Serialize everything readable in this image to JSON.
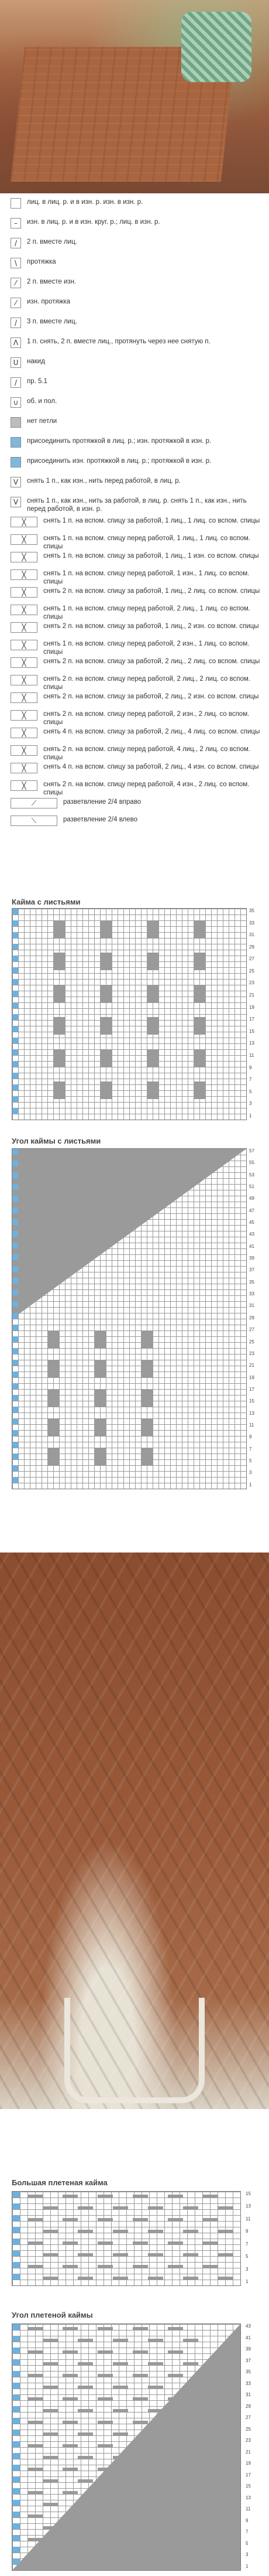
{
  "legend": {
    "items": [
      {
        "sym": "",
        "text": "лиц. в лиц. р. и в изн. р.\nизн. в изн. р.",
        "kind": "plain"
      },
      {
        "sym": "–",
        "text": "изн. в лиц. р. и в изн. круг. р.; \nлиц. в изн. р.",
        "kind": "plain"
      },
      {
        "sym": "/",
        "text": "2 п. вместе лиц.",
        "kind": "plain"
      },
      {
        "sym": "\\",
        "text": "протяжка",
        "kind": "plain"
      },
      {
        "sym": "⁄",
        "text": "2 п. вместе изн.",
        "kind": "plain"
      },
      {
        "sym": "⁄",
        "text": "изн. протяжка",
        "kind": "plain"
      },
      {
        "sym": "/",
        "text": "3 п. вместе лиц.",
        "kind": "plain"
      },
      {
        "sym": "Λ",
        "text": "1 п. снять, 2 п. вместе лиц., протянуть через нее снятую п.",
        "kind": "plain"
      },
      {
        "sym": "U",
        "text": "накид",
        "kind": "plain"
      },
      {
        "sym": "/",
        "text": "пр. 5.1",
        "kind": "plain"
      },
      {
        "sym": "∪",
        "text": "об. и пол.",
        "kind": "plain"
      },
      {
        "sym": "",
        "text": "нет петли",
        "kind": "gray"
      },
      {
        "sym": "",
        "text": "присоединить протяжкой в лиц. р.; \nизн. протяжкой в изн. р.",
        "kind": "blue"
      },
      {
        "sym": "",
        "text": "присоединить изн. протяжкой в лиц. р.; \nпротяжкой в изн. р.",
        "kind": "blue"
      },
      {
        "sym": "V",
        "text": "снять 1 п., как изн., нить перед работой, в лиц. р.",
        "kind": "plain"
      },
      {
        "sym": "V",
        "text": "снять 1 п., как изн., нить за работой, в лиц. р.\nснять 1 п., как изн., нить перед работой, в изн. р.",
        "kind": "plain"
      },
      {
        "sym": "╳",
        "text": "снять 1 п. на вспом. спицу за работой, 1 лиц., 1 лиц. со вспом. спицы",
        "kind": "wide"
      },
      {
        "sym": "╳",
        "text": "снять 1 п. на вспом. спицу перед работой, 1 лиц., 1 лиц. со вспом. спицы",
        "kind": "wide"
      },
      {
        "sym": "╳",
        "text": "снять 1 п. на вспом. спицу за работой, 1 лиц., 1 изн. со вспом. спицы",
        "kind": "wide"
      },
      {
        "sym": "╳",
        "text": "снять 1 п. на вспом. спицу перед работой, 1 изн., 1 лиц. со вспом. спицы",
        "kind": "wide"
      },
      {
        "sym": "╳",
        "text": "снять 2 п. на вспом. спицу за работой, 1 лиц., 2 лиц. со вспом. спицы",
        "kind": "wide"
      },
      {
        "sym": "╳",
        "text": "снять 1 п. на вспом. спицу перед работой, 2 лиц., 1 лиц. со вспом. спицы",
        "kind": "wide"
      },
      {
        "sym": "╳",
        "text": "снять 2 п. на вспом. спицу за работой, 1 лиц., 2 изн. со вспом. спицы",
        "kind": "wide"
      },
      {
        "sym": "╳",
        "text": "снять 1 п. на вспом. спицу перед работой, 2 изн., 1 лиц. со вспом. спицы",
        "kind": "wide"
      },
      {
        "sym": "╳",
        "text": "снять 2 п. на вспом. спицу за работой, 2 лиц., 2 лиц. со вспом. спицы",
        "kind": "wide"
      },
      {
        "sym": "╳",
        "text": "снять 2 п. на вспом. спицу перед работой, 2 лиц., 2 лиц. со вспом. спицы",
        "kind": "wide"
      },
      {
        "sym": "╳",
        "text": "снять 2 п. на вспом. спицу за работой, 2 лиц., 2 изн. со вспом. спицы",
        "kind": "wide"
      },
      {
        "sym": "╳",
        "text": "снять 2 п. на вспом. спицу перед работой, 2 изн., 2 лиц. со вспом. спицы",
        "kind": "wide"
      },
      {
        "sym": "╳",
        "text": "снять 4 п. на вспом. спицу за работой, 2 лиц., 4 лиц. со вспом. спицы",
        "kind": "wide"
      },
      {
        "sym": "╳",
        "text": "снять 2 п. на вспом. спицу перед работой, 4 лиц., 2 лиц. со вспом. спицы",
        "kind": "wide"
      },
      {
        "sym": "╳",
        "text": "снять 4 п. на вспом. спицу за работой, 2 лиц., 4 изн. со вспом. спицы",
        "kind": "wide"
      },
      {
        "sym": "╳",
        "text": "снять 2 п. на вспом. спицу перед работой, 4 изн., 2 лиц. со вспом. спицы",
        "kind": "wide"
      },
      {
        "sym": "⟋",
        "text": "разветвление 2/4 вправо",
        "kind": "xwide"
      },
      {
        "sym": "⟍",
        "text": "разветвление 2/4 влево",
        "kind": "xwide"
      }
    ]
  },
  "charts": {
    "leaves_border": {
      "title": "Кайма с листьями",
      "rows": [
        "1",
        "3",
        "5",
        "7",
        "9",
        "11",
        "13",
        "15",
        "17",
        "19",
        "21",
        "23",
        "25",
        "27",
        "29",
        "31",
        "33",
        "35"
      ]
    },
    "leaves_corner": {
      "title": "Угол каймы с листьями",
      "rows": [
        "1",
        "3",
        "5",
        "7",
        "9",
        "11",
        "13",
        "15",
        "17",
        "19",
        "21",
        "23",
        "25",
        "27",
        "29",
        "31",
        "33",
        "35",
        "37",
        "39",
        "41",
        "43",
        "45",
        "47",
        "49",
        "51",
        "53",
        "55",
        "57"
      ]
    },
    "cable_border": {
      "title": "Большая плетеная кайма",
      "rows": [
        "1",
        "3",
        "5",
        "7",
        "9",
        "11",
        "13",
        "15"
      ]
    },
    "cable_corner": {
      "title": "Угол плетеной каймы",
      "rows": [
        "1",
        "3",
        "5",
        "7",
        "9",
        "11",
        "13",
        "15",
        "17",
        "19",
        "21",
        "23",
        "25",
        "27",
        "29",
        "31",
        "33",
        "35",
        "37",
        "39",
        "41",
        "43"
      ]
    }
  },
  "colors": {
    "grid": "#9a9a9a",
    "no_stitch": "#9a9a9a",
    "join": "#6fb1dc"
  }
}
